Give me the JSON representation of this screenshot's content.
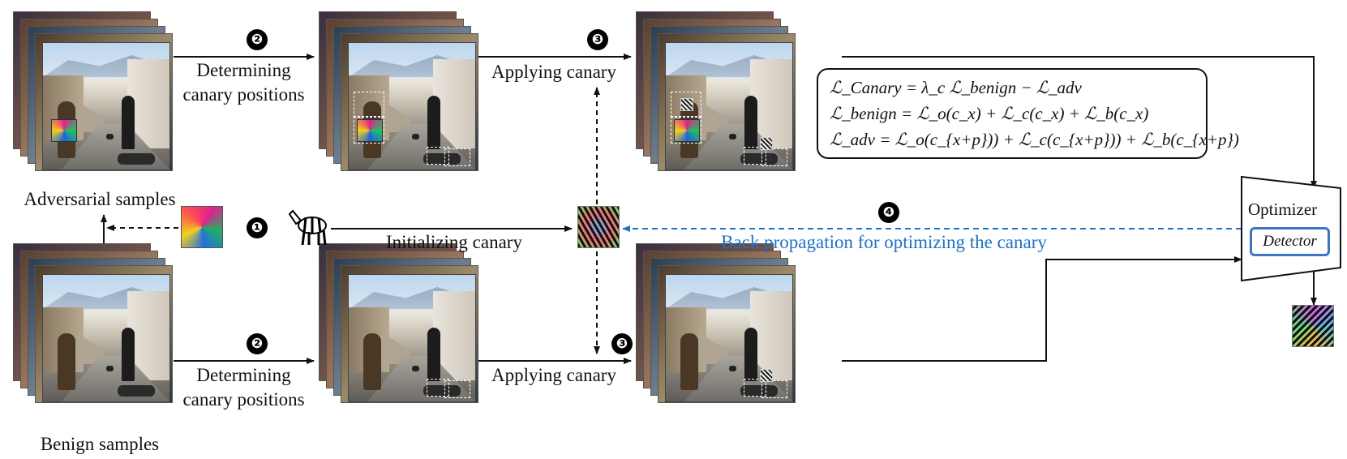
{
  "labels": {
    "adversarial_samples": "Adversarial samples",
    "benign_samples": "Benign samples",
    "determining_1": "Determining",
    "determining_2": "canary positions",
    "applying_canary": "Applying canary",
    "initializing_canary": "Initializing canary",
    "back_propagation": "Back propagation for optimizing the canary",
    "optimizer": "Optimizer",
    "detector": "Detector"
  },
  "steps": [
    "❶",
    "❷",
    "❸",
    "❹"
  ],
  "equations": [
    "ℒ_Canary = λ_c ℒ_benign − ℒ_adv",
    "ℒ_benign = ℒ_o(c_x) + ℒ_c(c_x) + ℒ_b(c_x)",
    "ℒ_adv = ℒ_o(c_{x+p})) + ℒ_c(c_{x+p})) + ℒ_b(c_{x+p})"
  ],
  "colors": {
    "back_propagation": "#1f72c4",
    "detector_border": "#3f73c8",
    "arrow": "#111111"
  }
}
